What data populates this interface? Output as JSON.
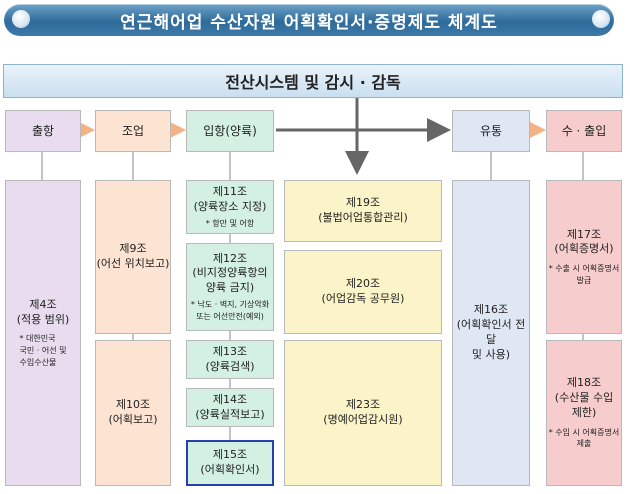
{
  "title": "연근해어업 수산자원 어획확인서·증명제도 체계도",
  "system": "전산시스템 및 감시 · 감독",
  "stages": [
    "출항",
    "조업",
    "입항(양륙)",
    "유통",
    "수 · 출입"
  ],
  "articles": {
    "art4": {
      "title": "제4조",
      "sub": "(적용 범위)",
      "note": "* 대한민국\n국민 · 어선 및\n수입수산물"
    },
    "art9": {
      "title": "제9조",
      "sub": "(어선 위치보고)"
    },
    "art10": {
      "title": "제10조",
      "sub": "(어획보고)"
    },
    "art11": {
      "title": "제11조",
      "sub": "(양륙장소 지정)",
      "note": "* 항만 및 어항"
    },
    "art12": {
      "title": "제12조",
      "sub": "(비지정양륙항의\n양륙 금지)",
      "note": "* 낙도 · 벽지, 기상악화\n또는 어선안전(예외)"
    },
    "art13": {
      "title": "제13조",
      "sub": "(양륙검색)"
    },
    "art14": {
      "title": "제14조",
      "sub": "(양륙실적보고)"
    },
    "art15": {
      "title": "제15조",
      "sub": "(어획확인서)"
    },
    "art19": {
      "title": "제19조",
      "sub": "(불법어업통합관리)"
    },
    "art20": {
      "title": "제20조",
      "sub": "(어업감독 공무원)"
    },
    "art23": {
      "title": "제23조",
      "sub": "(명예어업감시원)"
    },
    "art16": {
      "title": "제16조",
      "sub": "(어획확인서 전달\n및 사용)"
    },
    "art17": {
      "title": "제17조",
      "sub": "(어획증명서)",
      "note": "* 수출 시 어획증명서\n발급"
    },
    "art18": {
      "title": "제18조",
      "sub": "(수산물 수입\n제한)",
      "note": "* 수입 시 어획증명서\n제출"
    }
  },
  "colors": {
    "purple": "#e8dcee",
    "orange": "#fde4d2",
    "green": "#d3f0e3",
    "yellow": "#fcf4c9",
    "blue": "#dfe6f4",
    "pink": "#f7cccc",
    "highlight": "#2a3fa8"
  }
}
